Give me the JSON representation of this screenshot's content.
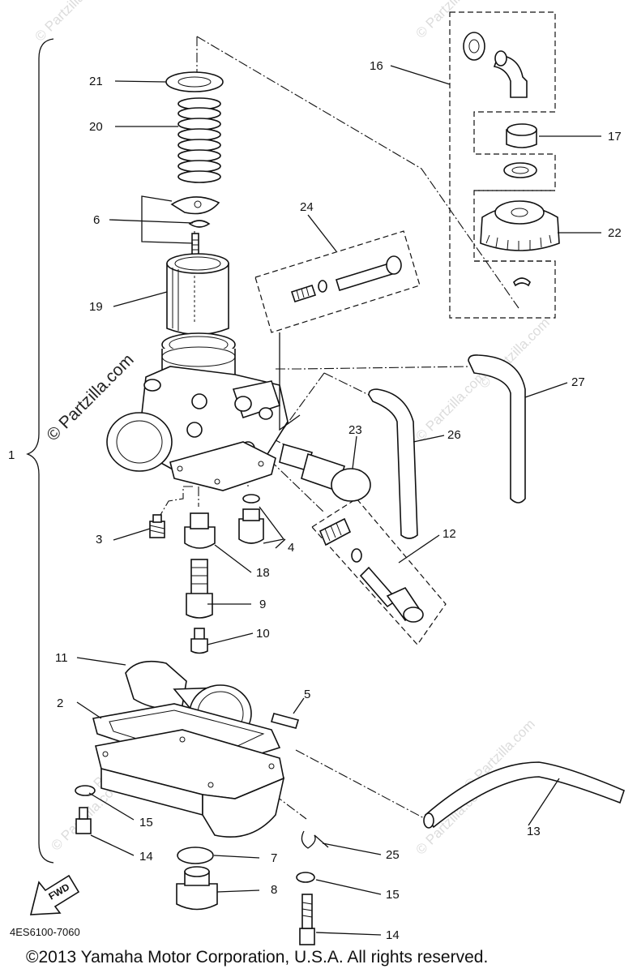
{
  "callouts": [
    {
      "id": "p1",
      "label": "1"
    },
    {
      "id": "p2",
      "label": "2"
    },
    {
      "id": "p3",
      "label": "3"
    },
    {
      "id": "p4",
      "label": "4"
    },
    {
      "id": "p5",
      "label": "5"
    },
    {
      "id": "p6",
      "label": "6"
    },
    {
      "id": "p7",
      "label": "7"
    },
    {
      "id": "p8",
      "label": "8"
    },
    {
      "id": "p9",
      "label": "9"
    },
    {
      "id": "p10",
      "label": "10"
    },
    {
      "id": "p11",
      "label": "11"
    },
    {
      "id": "p12",
      "label": "12"
    },
    {
      "id": "p13",
      "label": "13"
    },
    {
      "id": "p14a",
      "label": "14"
    },
    {
      "id": "p14b",
      "label": "14"
    },
    {
      "id": "p15a",
      "label": "15"
    },
    {
      "id": "p15b",
      "label": "15"
    },
    {
      "id": "p16",
      "label": "16"
    },
    {
      "id": "p17",
      "label": "17"
    },
    {
      "id": "p18",
      "label": "18"
    },
    {
      "id": "p19",
      "label": "19"
    },
    {
      "id": "p20",
      "label": "20"
    },
    {
      "id": "p21",
      "label": "21"
    },
    {
      "id": "p22",
      "label": "22"
    },
    {
      "id": "p23",
      "label": "23"
    },
    {
      "id": "p24",
      "label": "24"
    },
    {
      "id": "p25",
      "label": "25"
    },
    {
      "id": "p26",
      "label": "26"
    },
    {
      "id": "p27",
      "label": "27"
    }
  ],
  "diagram_code": "4ES6100-7060",
  "fwd_label": "FWD",
  "copyright": "©2013 Yamaha Motor Corporation, U.S.A. All rights reserved.",
  "watermark": "© Partzilla.com"
}
